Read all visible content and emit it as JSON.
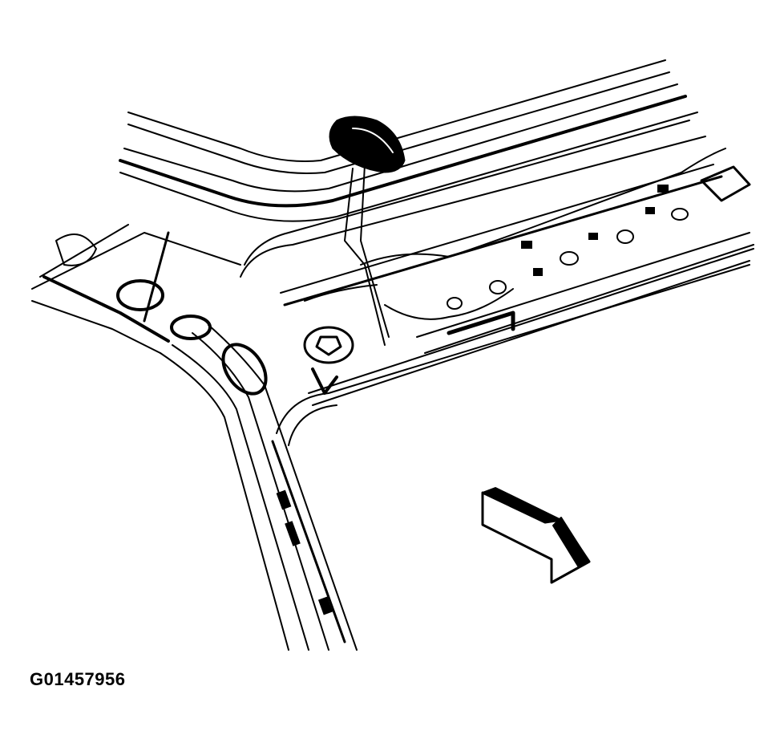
{
  "diagram": {
    "type": "service-illustration",
    "subject": "vehicle roof/pillar inner structure with wiring harness and roof-mounted component",
    "caption": "G01457956",
    "elements": [
      {
        "name": "roof-rail",
        "desc": "upper roof rail running diagonally to upper right"
      },
      {
        "name": "pillar",
        "desc": "pillar running down to lower center"
      },
      {
        "name": "roof-component",
        "desc": "dome-shaped component at top center with harness lead"
      },
      {
        "name": "fastener",
        "desc": "star/torx fastener at pillar junction"
      },
      {
        "name": "wiring-harness",
        "desc": "harness routed along roof rail"
      },
      {
        "name": "direction-arrow",
        "desc": "3D arrow pointing down-right indicating vehicle front"
      }
    ],
    "colors": {
      "line": "#000000",
      "background": "#ffffff"
    }
  }
}
